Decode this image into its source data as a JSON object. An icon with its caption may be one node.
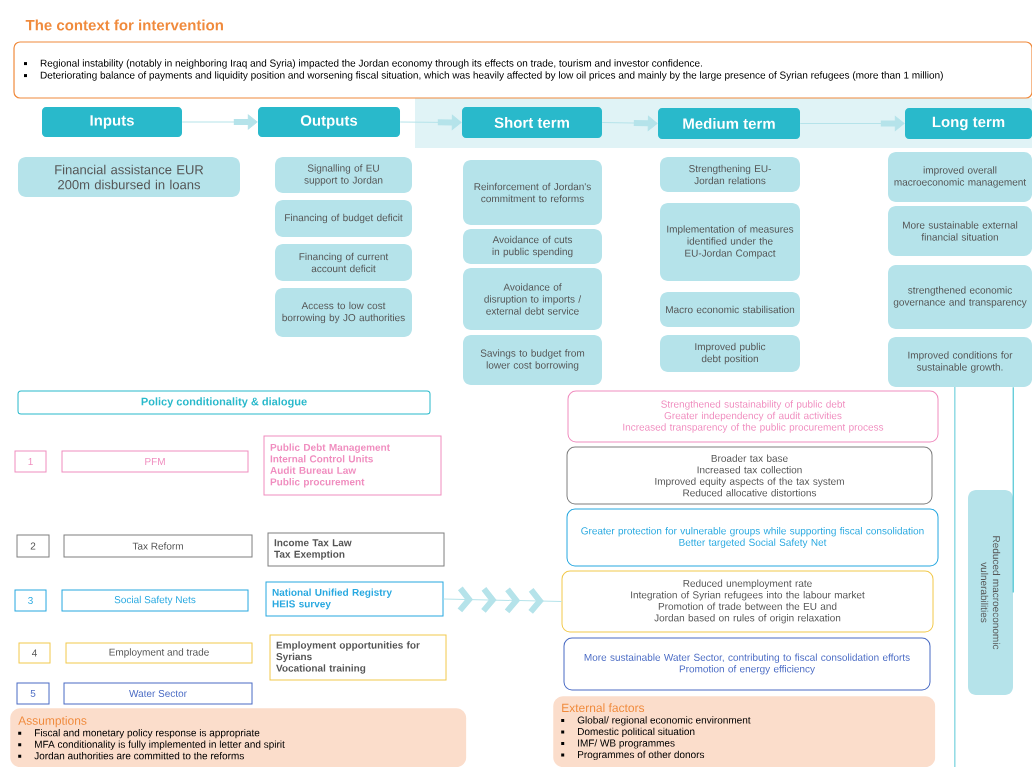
{
  "diagram": {
    "title": "The context for intervention",
    "nodes": [
      {
        "text": [
          "Regional instability (notably in neighboring Iraq and Syria) impacted the Jordan economy through its effects on trade, tourism and investor confidence.",
          "Deteriorating balance of payments and liquidity position and worsening fiscal situation, which was heavily affected by low oil prices and mainly by the large presence of Syrian refugees (more than 1 million)"
        ]
      },
      {
        "text": [
          "Inputs"
        ]
      },
      {
        "text": [
          "Outputs"
        ]
      },
      {
        "text": [
          "Short term"
        ]
      },
      {
        "text": [
          "Medium term"
        ]
      },
      {
        "text": [
          "Long term"
        ]
      },
      {
        "text": [
          "Financial assistance EUR 200m disbursed in loans"
        ]
      },
      {
        "text": [
          "Signalling of EU support to Jordan"
        ]
      },
      {
        "text": [
          "Financing of budget deficit"
        ]
      },
      {
        "text": [
          "Financing of current account deficit"
        ]
      },
      {
        "text": [
          "Access to low cost borrowing by JO authorities"
        ]
      },
      {
        "text": [
          "Reinforcement of Jordan's commitment to reforms"
        ]
      },
      {
        "text": [
          "Avoidance of cuts in public spending"
        ]
      },
      {
        "text": [
          "Avoidance of disruption to imports / external debt service"
        ]
      },
      {
        "text": [
          "Savings to budget from lower cost borrowing"
        ]
      },
      {
        "text": [
          "Strengthening EU-Jordan relations"
        ]
      },
      {
        "text": [
          "Implementation of measures identified under the EU-Jordan Compact"
        ]
      },
      {
        "text": [
          "Macro economic stabilisation"
        ]
      },
      {
        "text": [
          "Improved public debt position"
        ]
      },
      {
        "text": [
          "improved overall macroeconomic management"
        ]
      },
      {
        "text": [
          "More sustainable external financial situation"
        ]
      },
      {
        "text": [
          "strengthened economic governance and transparency"
        ]
      },
      {
        "text": [
          "Improved conditions for sustainable growth."
        ]
      },
      {
        "text": [
          "Policy conditionality & dialogue"
        ]
      },
      {
        "text": [
          "1"
        ]
      },
      {
        "text": [
          "PFM"
        ]
      },
      {
        "text": [
          "Public Debt Management",
          "Internal Control Units",
          "Audit Bureau Law",
          "Public procurement"
        ]
      },
      {
        "text": [
          "2"
        ]
      },
      {
        "text": [
          "Tax Reform"
        ]
      },
      {
        "text": [
          "Income Tax Law",
          "Tax Exemption"
        ]
      },
      {
        "text": [
          "3"
        ]
      },
      {
        "text": [
          "Social Safety Nets"
        ]
      },
      {
        "text": [
          "National Unified Registry",
          "HEIS survey"
        ]
      },
      {
        "text": [
          "4"
        ]
      },
      {
        "text": [
          "Employment and trade"
        ]
      },
      {
        "text": [
          "Employment opportunities for Syrians",
          "Vocational training"
        ]
      },
      {
        "text": [
          "5"
        ]
      },
      {
        "text": [
          "Water Sector"
        ]
      },
      {
        "text": [
          "Strengthened sustainability of public debt",
          "Greater independency of audit activities",
          "Increased transparency of the public procurement process"
        ]
      },
      {
        "text": [
          "Broader tax base",
          "Increased tax collection",
          "Improved equity aspects of the tax system",
          "Reduced allocative distortions"
        ]
      },
      {
        "text": [
          "Greater protection for vulnerable groups while supporting fiscal consolidation",
          "Better targeted Social Safety Net"
        ]
      },
      {
        "text": [
          "Reduced unemployment rate",
          "Integration of Syrian refugees into the labour market",
          "Promotion of trade between the EU and Jordan based on rules of origin relaxation"
        ]
      },
      {
        "text": [
          "More sustainable Water Sector, contributing to fiscal consolidation efforts",
          "Promotion of energy efficiency"
        ]
      },
      {
        "text": [
          "Reduced macroeconomic vulnerabilities"
        ]
      },
      {
        "text": [
          "Assumptions",
          "Fiscal and monetary policy response is appropriate",
          "MFA conditionality is fully implemented in letter and spirit",
          "Jordan authorities are committed to the reforms"
        ]
      },
      {
        "text": [
          "External factors",
          "Global/ regional economic environment",
          "Domestic political situation",
          "IMF/ WB programmes",
          "Programmes of other donors"
        ]
      }
    ],
    "edges": [
      {
        "from": 1,
        "to": 2,
        "arrow": "to"
      },
      {
        "from": 2,
        "to": 3,
        "arrow": "to"
      },
      {
        "from": 3,
        "to": 4,
        "arrow": "to"
      },
      {
        "from": 4,
        "to": 5,
        "arrow": "to"
      },
      {
        "from": 32,
        "to": 41,
        "arrow": "to"
      },
      {
        "from": 22,
        "to": 43,
        "arrow": "none",
        "color": "#29b9cb"
      }
    ]
  }
}
